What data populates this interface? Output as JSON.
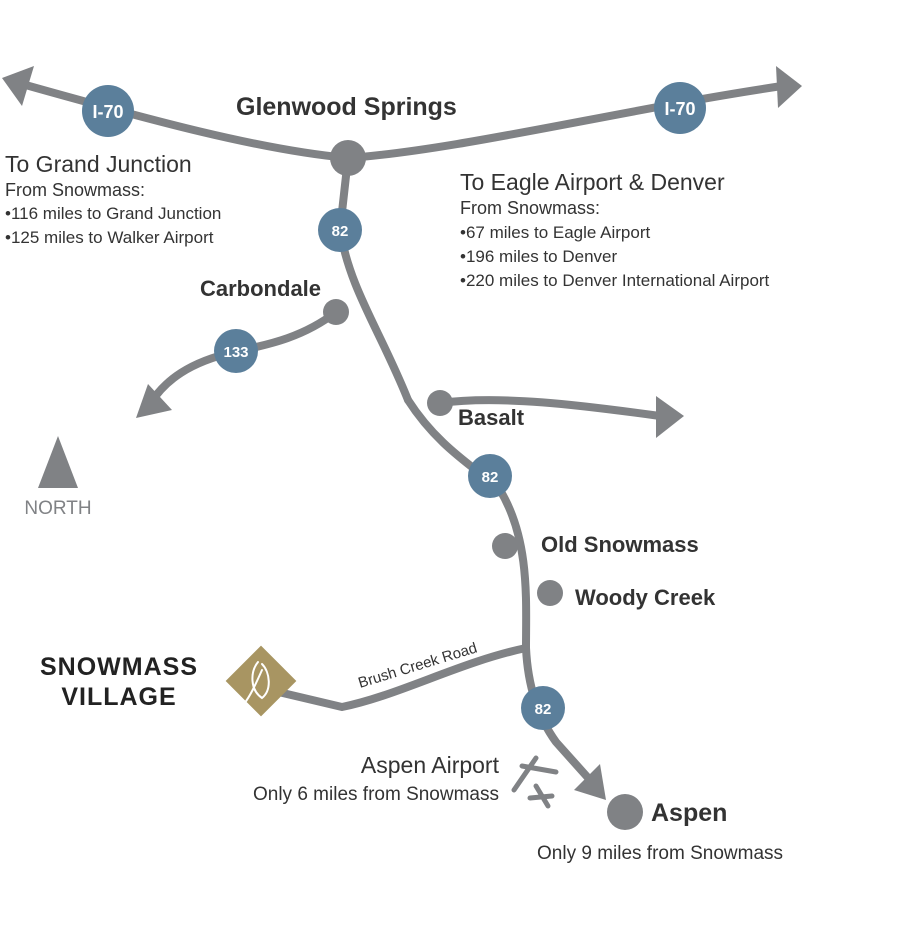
{
  "colors": {
    "road": "#808285",
    "shield": "#5b7f9b",
    "text": "#333333",
    "north": "#808285",
    "village_marker": "#a89562"
  },
  "shields": {
    "i70_west": "I-70",
    "i70_east": "I-70",
    "hwy82_north": "82",
    "hwy133": "133",
    "hwy82_mid": "82",
    "hwy82_south": "82"
  },
  "towns": {
    "glenwood": "Glenwood Springs",
    "carbondale": "Carbondale",
    "basalt": "Basalt",
    "old_snowmass": "Old Snowmass",
    "woody_creek": "Woody Creek",
    "aspen": "Aspen"
  },
  "grand_junction": {
    "title": "To Grand Junction",
    "subtitle": "From Snowmass:",
    "items": [
      "•116 miles to Grand Junction",
      "•125 miles to Walker Airport"
    ]
  },
  "denver": {
    "title": "To Eagle Airport & Denver",
    "subtitle": "From Snowmass:",
    "items": [
      "•67 miles to Eagle Airport",
      "•196 miles to Denver",
      "•220 miles to Denver International Airport"
    ]
  },
  "road_label": "Brush Creek Road",
  "village": {
    "line1": "SNOWMASS",
    "line2": "VILLAGE"
  },
  "aspen_airport": {
    "title": "Aspen Airport",
    "note": "Only 6 miles from Snowmass"
  },
  "aspen_note": "Only 9 miles from Snowmass",
  "north": "NORTH",
  "icons": [
    "north-arrow-icon",
    "airplane-icon",
    "snowmass-logo-icon"
  ]
}
